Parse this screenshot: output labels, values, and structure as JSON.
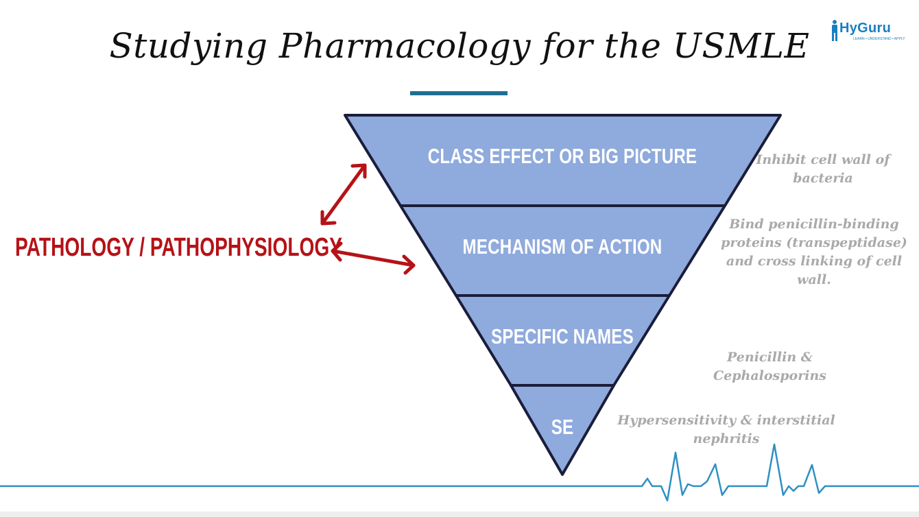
{
  "title": "Studying Pharmacology for the USMLE",
  "logo": {
    "name": "HyGuru",
    "tagline": "LEARN • UNDERSTAND • APPLY"
  },
  "pyramid": {
    "tiers": [
      "CLASS EFFECT OR BIG PICTURE",
      "MECHANISM OF ACTION",
      "SPECIFIC NAMES",
      "SE"
    ]
  },
  "side_label": "PATHOLOGY / PATHOPHYSIOLOGY",
  "notes": [
    "Inhibit cell wall of bacteria",
    "Bind penicillin-binding proteins (transpeptidase) and cross linking of cell wall.",
    "Penicillin & Cephalosporins",
    "Hypersensitivity & interstitial nephritis"
  ],
  "colors": {
    "tier_fill": "#8faadc",
    "tier_stroke": "#1a1d3a",
    "accent_blue": "#1f6e93",
    "arrow_red": "#b51217",
    "note_gray": "#a9a9a9",
    "ecg_line": "#2e8fc4"
  }
}
